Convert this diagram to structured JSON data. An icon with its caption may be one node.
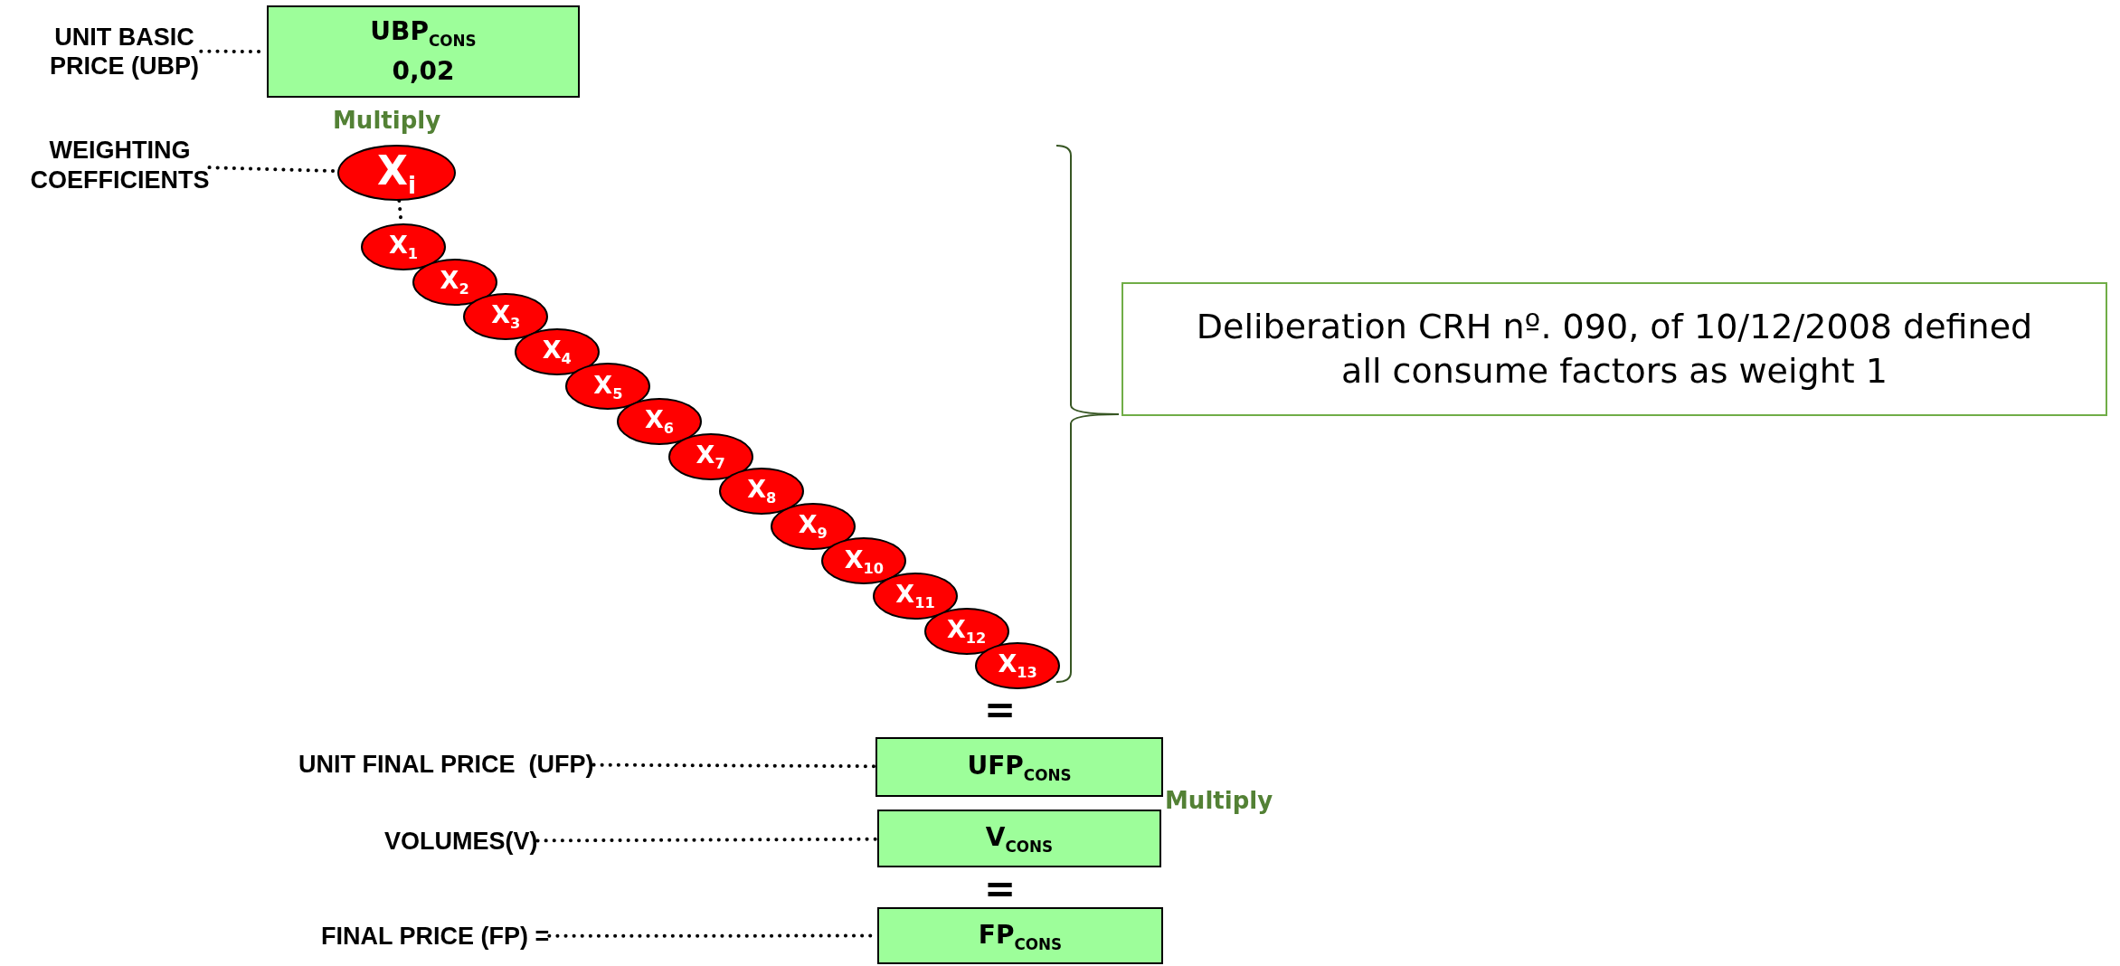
{
  "diagram": {
    "nodes": [
      {
        "text": [
          "UNIT BASIC PRICE (UBP)"
        ]
      },
      {
        "text": [
          "UBP$_{CONS}$",
          "0,02"
        ]
      },
      {
        "text": [
          "WEIGHTING COEFFICIENTS"
        ]
      },
      {
        "text": [
          "X$_{i}$"
        ]
      },
      {
        "text": [
          "X$_{1}$"
        ]
      },
      {
        "text": [
          "X$_{2}$"
        ]
      },
      {
        "text": [
          "X$_{3}$"
        ]
      },
      {
        "text": [
          "X$_{4}$"
        ]
      },
      {
        "text": [
          "X$_{5}$"
        ]
      },
      {
        "text": [
          "X$_{6}$"
        ]
      },
      {
        "text": [
          "X$_{7}$"
        ]
      },
      {
        "text": [
          "X$_{8}$"
        ]
      },
      {
        "text": [
          "X$_{9}$"
        ]
      },
      {
        "text": [
          "X$_{10}$"
        ]
      },
      {
        "text": [
          "X$_{11}$"
        ]
      },
      {
        "text": [
          "X$_{12}$"
        ]
      },
      {
        "text": [
          "X$_{13}$"
        ]
      },
      {
        "text": [
          "Deliberation CRH nº. 090, of 10/12/2008 defined all consume factors as weight 1"
        ]
      },
      {
        "text": [
          "UNIT FINAL PRICE  (UFP)"
        ]
      },
      {
        "text": [
          "UFP$_{CONS}$"
        ]
      },
      {
        "text": [
          "VOLUMES(V)"
        ]
      },
      {
        "text": [
          "V$_{CONS}$"
        ]
      },
      {
        "text": [
          "FINAL PRICE (FP) ="
        ]
      },
      {
        "text": [
          "FP$_{CONS}$"
        ]
      }
    ],
    "edges": [
      {
        "from": 0,
        "to": 1,
        "arrow": "none",
        "style": "dashed"
      },
      {
        "from": 2,
        "to": 3,
        "arrow": "none",
        "style": "dashed"
      },
      {
        "from": 3,
        "to": 4,
        "arrow": "none",
        "style": "dashed"
      },
      {
        "from": 18,
        "to": 19,
        "arrow": "none",
        "style": "dashed"
      },
      {
        "from": 20,
        "to": 21,
        "arrow": "none",
        "style": "dashed"
      },
      {
        "from": 22,
        "to": 23,
        "arrow": "none",
        "style": "dashed"
      }
    ],
    "labels": [
      "Multiply",
      "=",
      "Multiply",
      "="
    ]
  }
}
